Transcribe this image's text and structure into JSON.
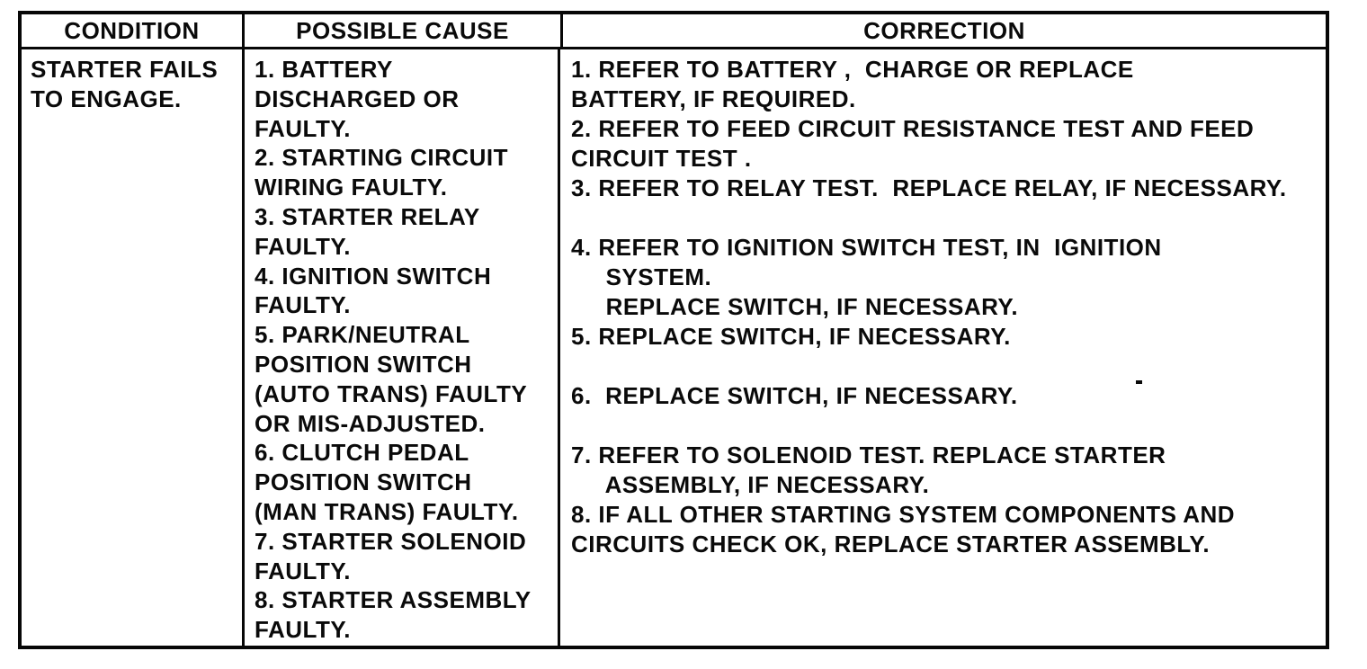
{
  "colors": {
    "paper": "#ffffff",
    "ink": "#0a0a0a"
  },
  "table": {
    "headers": [
      "CONDITION",
      "POSSIBLE CAUSE",
      "CORRECTION"
    ],
    "row": {
      "condition_lines": [
        "STARTER FAILS",
        "TO ENGAGE."
      ],
      "possible_cause_lines": [
        "1. BATTERY",
        "DISCHARGED OR",
        "FAULTY.",
        "2. STARTING CIRCUIT",
        "WIRING FAULTY.",
        "3. STARTER RELAY",
        "FAULTY.",
        "4. IGNITION SWITCH",
        "FAULTY.",
        "5. PARK/NEUTRAL",
        "POSITION SWITCH",
        "(AUTO TRANS) FAULTY",
        "OR MIS-ADJUSTED.",
        "6. CLUTCH PEDAL",
        "POSITION SWITCH",
        "(MAN TRANS) FAULTY.",
        "7. STARTER SOLENOID",
        "FAULTY.",
        "8. STARTER ASSEMBLY",
        "FAULTY."
      ],
      "correction_lines": [
        "1. REFER TO BATTERY ,  CHARGE OR REPLACE",
        "BATTERY, IF REQUIRED.",
        "2. REFER TO FEED CIRCUIT RESISTANCE TEST AND FEED",
        "CIRCUIT TEST .",
        "3. REFER TO RELAY TEST.  REPLACE RELAY, IF NECESSARY.",
        "",
        "4. REFER TO IGNITION SWITCH TEST, IN  IGNITION",
        "     SYSTEM.",
        "     REPLACE SWITCH, IF NECESSARY.",
        "5. REPLACE SWITCH, IF NECESSARY.",
        "",
        "6.  REPLACE SWITCH, IF NECESSARY.",
        "",
        "7. REFER TO SOLENOID TEST. REPLACE STARTER",
        "     ASSEMBLY, IF NECESSARY.",
        "8. IF ALL OTHER STARTING SYSTEM COMPONENTS AND",
        "CIRCUITS CHECK OK, REPLACE STARTER ASSEMBLY."
      ]
    }
  }
}
